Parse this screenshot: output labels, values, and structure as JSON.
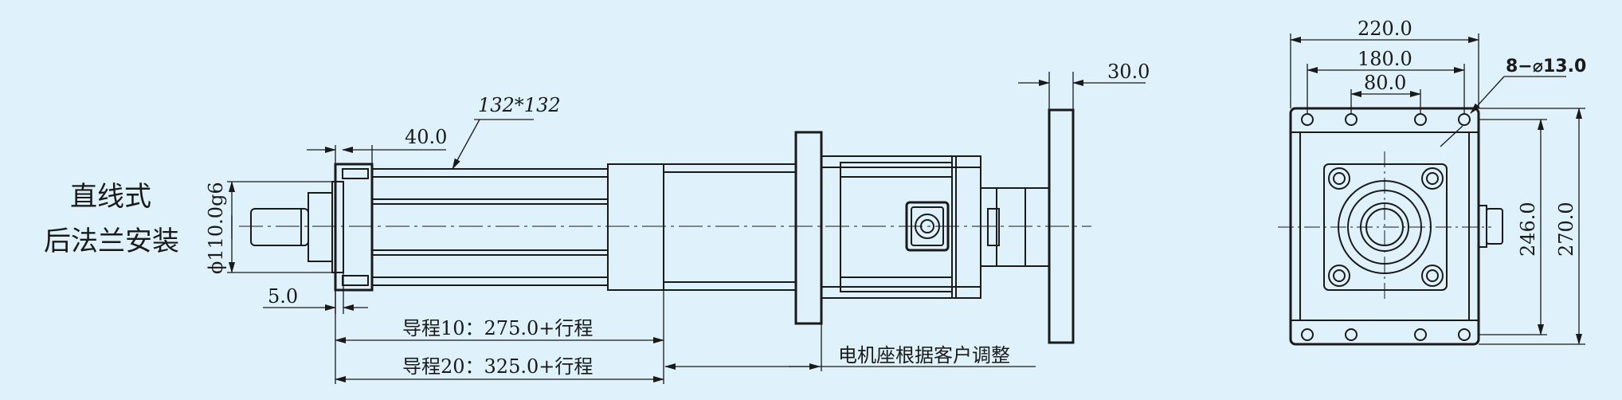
{
  "title": {
    "line1": "直线式",
    "line2": "后法兰安装"
  },
  "dimensions": {
    "body_square": "132*132",
    "front_len": "40.0",
    "rod_dia": "ϕ110.0g6",
    "front_gap": "5.0",
    "flange_thk": "30.0",
    "lead10": "导程10：275.0+行程",
    "lead20": "导程20：325.0+行程",
    "motor_note": "电机座根据客户调整",
    "end_width_outer": "220.0",
    "end_width_mid": "180.0",
    "end_width_inner": "80.0",
    "holes": "8−⌀13.0",
    "end_height_inner": "246.0",
    "end_height_outer": "270.0"
  }
}
